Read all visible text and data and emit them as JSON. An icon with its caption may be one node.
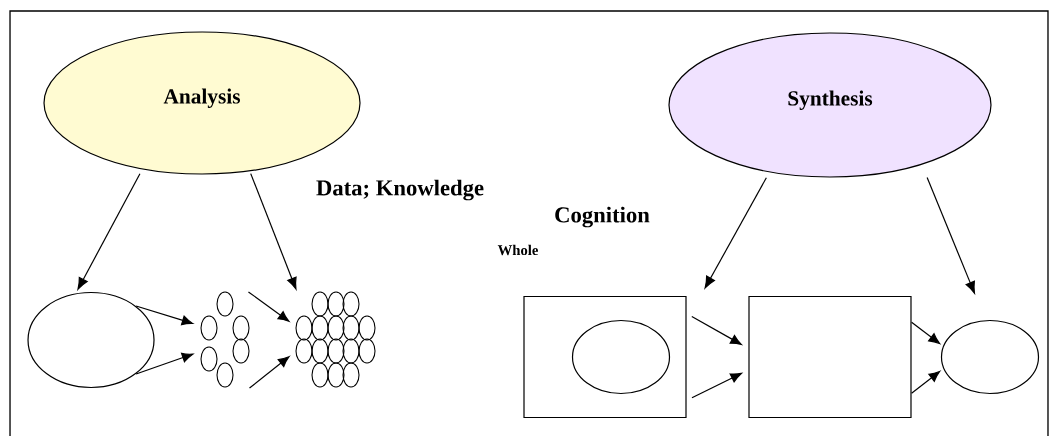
{
  "diagram": {
    "nodes": [
      {
        "text": [
          "Analysis"
        ]
      },
      {
        "text": [
          "Synthesis"
        ]
      },
      {
        "text": [],
        "shape": "circle"
      },
      {
        "text": [],
        "shape": "ovals"
      },
      {
        "text": [],
        "shape": "ovals"
      },
      {
        "text": [],
        "shape": "box"
      },
      {
        "text": [],
        "shape": "circle",
        "in": 5
      },
      {
        "text": [],
        "shape": "box"
      },
      {
        "text": [],
        "shape": "circle"
      }
    ],
    "edges": [
      {
        "from": 0,
        "to": 2,
        "arrow": "to"
      },
      {
        "from": 0,
        "to": 4,
        "arrow": "to"
      },
      {
        "from": 1,
        "to": null,
        "arrow": "to"
      },
      {
        "from": 1,
        "to": 8,
        "arrow": "to"
      },
      {
        "from": 2,
        "to": 3,
        "arrow": "to"
      },
      {
        "from": 2,
        "to": 3,
        "arrow": "to"
      },
      {
        "from": 3,
        "to": 4,
        "arrow": "to"
      },
      {
        "from": 3,
        "to": 4,
        "arrow": "to"
      },
      {
        "from": 5,
        "to": 7,
        "arrow": "to"
      },
      {
        "from": 5,
        "to": 7,
        "arrow": "to"
      },
      {
        "from": 7,
        "to": 8,
        "arrow": "to"
      },
      {
        "from": 7,
        "to": 8,
        "arrow": "to"
      }
    ],
    "labels": [
      "Data; Knowledge",
      "Cognition",
      "Whole"
    ]
  }
}
